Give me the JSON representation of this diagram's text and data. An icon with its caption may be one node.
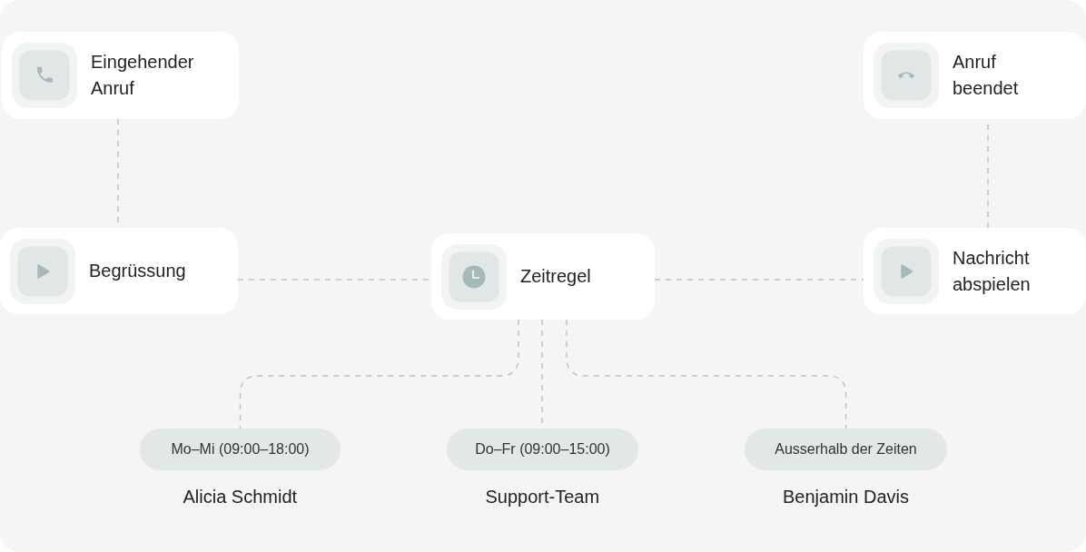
{
  "diagram": {
    "nodes": [
      {
        "text": [
          "Eingehender Anruf"
        ]
      },
      {
        "text": [
          "Begrüssung"
        ]
      },
      {
        "text": [
          "Zeitregel"
        ]
      },
      {
        "text": [
          "Anruf beendet"
        ]
      },
      {
        "text": [
          "Nachricht abspielen"
        ]
      },
      {
        "text": [
          "Mo–Mi (09:00–18:00)"
        ],
        "beside": [
          "Alicia Schmidt"
        ]
      },
      {
        "text": [
          "Do–Fr (09:00–15:00)"
        ],
        "beside": [
          "Support-Team"
        ]
      },
      {
        "text": [
          "Ausserhalb der Zeiten"
        ],
        "beside": [
          "Benjamin Davis"
        ]
      }
    ],
    "edges": [
      {
        "from": 0,
        "to": 1,
        "arrow": "none",
        "style": "dashed"
      },
      {
        "from": 1,
        "to": 2,
        "arrow": "none",
        "style": "dashed"
      },
      {
        "from": 2,
        "to": 4,
        "arrow": "none",
        "style": "dashed"
      },
      {
        "from": 4,
        "to": 3,
        "arrow": "none",
        "style": "dashed"
      },
      {
        "from": 2,
        "to": 5,
        "arrow": "none",
        "style": "dashed"
      },
      {
        "from": 2,
        "to": 6,
        "arrow": "none",
        "style": "dashed"
      },
      {
        "from": 2,
        "to": 7,
        "arrow": "none",
        "style": "dashed"
      }
    ]
  }
}
